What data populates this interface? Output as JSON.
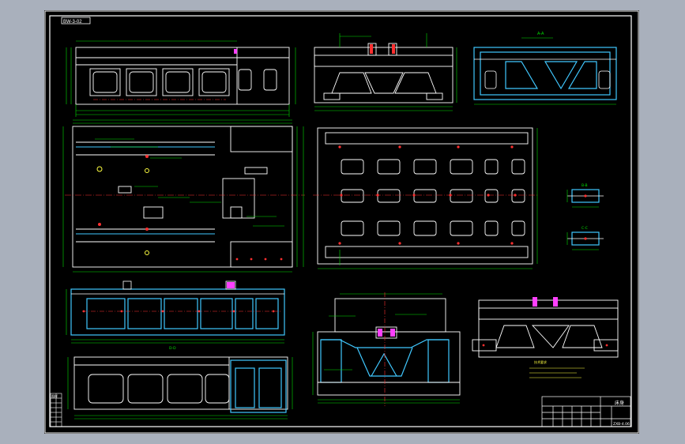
{
  "drawing": {
    "frame_tag": "BW-3-02",
    "title_block": {
      "title": "床身",
      "code": "ZXB-4.06",
      "note_header": "技术要求"
    },
    "revision_table_label": "图样",
    "section_labels": {
      "a": "A-A",
      "b": "B-B",
      "c": "C-C",
      "d": "D-D"
    }
  },
  "colors": {
    "background": "#000000",
    "outer": "#a9b0bc",
    "outline": "#ffffff",
    "dimension": "#00e000",
    "centerline": "#ff3030",
    "hatch": "#40c8ff",
    "accent": "#ff40ff",
    "note": "#ffff40"
  }
}
